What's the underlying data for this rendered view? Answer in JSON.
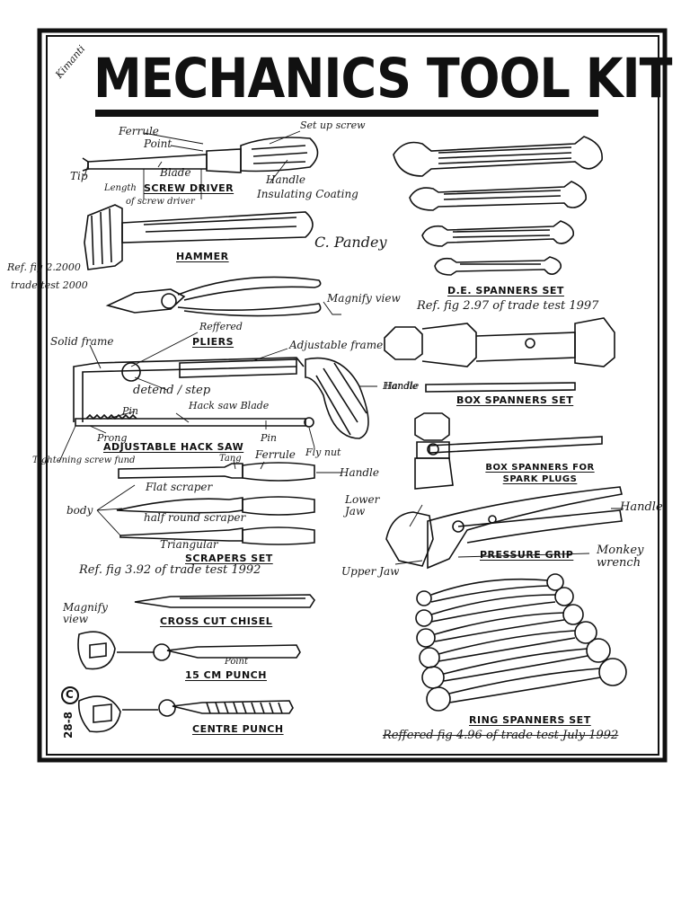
{
  "title": "MECHANICS TOOL KIT",
  "copyright": {
    "symbol": "C",
    "code": "28-8"
  },
  "corner_signature": "Kimanti",
  "tools": [
    {
      "label": "SCREW DRIVER"
    },
    {
      "label": "HAMMER"
    },
    {
      "label": "PLIERS"
    },
    {
      "label": "ADJUSTABLE HACK SAW"
    },
    {
      "label": "SCRAPERS SET"
    },
    {
      "label": "CROSS CUT CHISEL"
    },
    {
      "label": "15 CM PUNCH"
    },
    {
      "label": "CENTRE PUNCH"
    },
    {
      "label": "D.E. SPANNERS SET"
    },
    {
      "label": "BOX SPANNERS SET"
    },
    {
      "label": "BOX SPANNERS FOR SPARK PLUGS"
    },
    {
      "label": "PRESSURE GRIP"
    },
    {
      "label": "RING SPANNERS SET"
    }
  ],
  "annotations": {
    "screwdriver": [
      "Ferrule",
      "Point",
      "Set up screw",
      "Tip",
      "Blade",
      "Handle",
      "Length",
      "Insulating Coating",
      "of screw driver"
    ],
    "hammer_ref": [
      "Ref. fig 2.2000",
      "trade test 2000"
    ],
    "signature": "C. Pandey",
    "pliers": [
      "Magnify view",
      "Reffered"
    ],
    "hacksaw": [
      "Solid frame",
      "Adjustable frame",
      "detend / step",
      "Hack saw Blade",
      "Pin",
      "Prong",
      "Pin",
      "Handle",
      "Tightening screw fund",
      "Fly nut"
    ],
    "scrapers": [
      "Tang",
      "Ferrule",
      "Handle",
      "Flat scraper",
      "body",
      "half round scraper",
      "Triangular"
    ],
    "scrapers_ref": "Ref. fig 3.92 of trade test 1992",
    "chisel": [
      "Magnify view"
    ],
    "punch": [
      "Point"
    ],
    "de_ref": "Ref. fig 2.97 of trade test 1997",
    "box_spanner": [
      "Handle"
    ],
    "pressure_grip": [
      "Lower Jaw",
      "Handle",
      "Upper Jaw",
      "Monkey wrench"
    ],
    "ring_ref": "Reffered fig 4.96 of trade test July 1992"
  }
}
